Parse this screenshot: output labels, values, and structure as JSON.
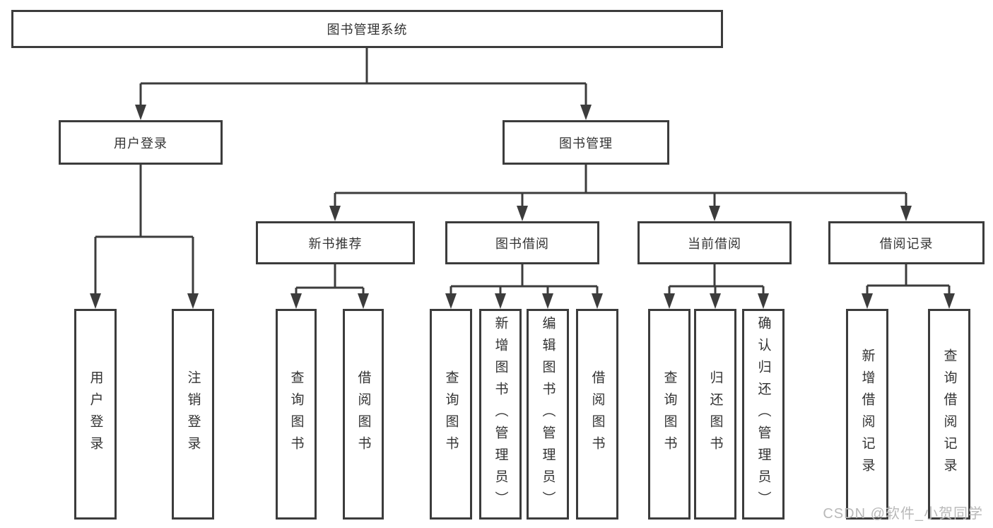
{
  "diagram": {
    "root": {
      "label": "图书管理系统"
    },
    "level2": [
      {
        "label": "用户登录",
        "children": [
          {
            "label": "用户登录"
          },
          {
            "label": "注销登录"
          }
        ]
      },
      {
        "label": "图书管理",
        "children": [
          {
            "label": "新书推荐",
            "children": [
              {
                "label": "查询图书"
              },
              {
                "label": "借阅图书"
              }
            ]
          },
          {
            "label": "图书借阅",
            "children": [
              {
                "label": "查询图书"
              },
              {
                "label": "新增图书（管理员）"
              },
              {
                "label": "编辑图书（管理员）"
              },
              {
                "label": "借阅图书"
              }
            ]
          },
          {
            "label": "当前借阅",
            "children": [
              {
                "label": "查询图书"
              },
              {
                "label": "归还图书"
              },
              {
                "label": "确认归还（管理员）"
              }
            ]
          },
          {
            "label": "借阅记录",
            "children": [
              {
                "label": "新增借阅记录"
              },
              {
                "label": "查询借阅记录"
              }
            ]
          }
        ]
      }
    ]
  },
  "watermark": {
    "text": "CSDN @软件_小贺同学",
    "color": "#b9b9b9"
  },
  "colors": {
    "line": "#3c3c3c",
    "border": "#3c3c3c",
    "text": "#333333",
    "bg": "#ffffff"
  }
}
